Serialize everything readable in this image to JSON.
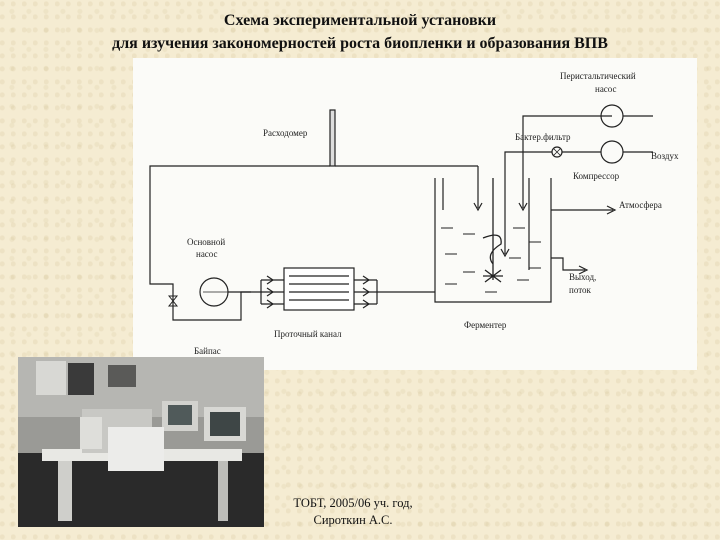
{
  "title": {
    "line1": "Схема экспериментальной установки",
    "line2": "для изучения закономерностей роста биопленки и образования ВПВ"
  },
  "diagram": {
    "labels": {
      "peristaltic_pump_1": "Перистальтический",
      "peristaltic_pump_2": "насос",
      "flowmeter": "Расходомер",
      "bacterial_filter": "Бактер.фильтр",
      "air": "Воздух",
      "compressor": "Компрессор",
      "atmosphere": "Атмосфера",
      "main_pump_1": "Основной",
      "main_pump_2": "насос",
      "outlet_1": "Выход,",
      "outlet_2": "поток",
      "flow_channel": "Проточный канал",
      "fermenter": "Ферментер",
      "bypass": "Байпас"
    }
  },
  "footer": {
    "line1": "ТОБТ, 2005/06 уч. год,",
    "line2": "Сироткин А.С."
  }
}
